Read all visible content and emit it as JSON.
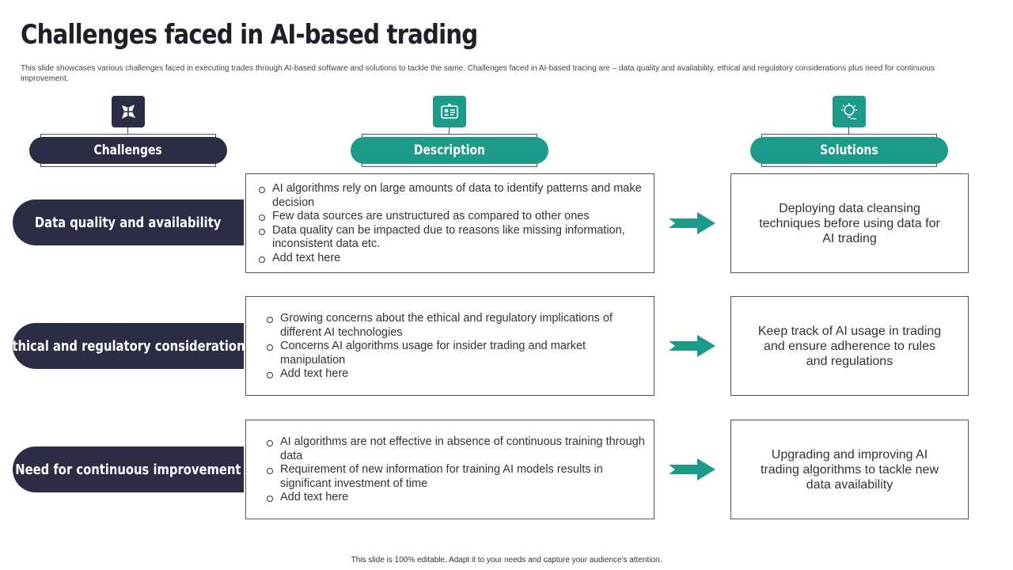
{
  "title": "Challenges faced in AI-based trading",
  "subtitle": "This slide showcases various challenges faced in executing trades through AI-based software and solutions to tackle the same. Challenges  faced in AI-based tracing are  – data quality and availability, ethical and regulatory considerations plus need for continuous improvement.",
  "headers": {
    "challenges": "Challenges",
    "description": "Description",
    "solutions": "Solutions"
  },
  "rows": [
    {
      "challenge": "Data quality and availability",
      "description": [
        "AI algorithms rely on large amounts of data to identify patterns and make decision",
        "Few data sources are unstructured as compared to other ones",
        "Data quality can be impacted due to reasons like missing information, inconsistent data etc.",
        "Add text here"
      ],
      "solution": "Deploying data cleansing techniques before using data for AI trading"
    },
    {
      "challenge": "Ethical and regulatory considerations",
      "description": [
        "Growing concerns about the ethical and regulatory implications of different AI technologies",
        "Concerns AI algorithms usage for insider trading and market manipulation",
        "Add text here"
      ],
      "solution": "Keep track of AI usage in trading and ensure adherence to rules and regulations"
    },
    {
      "challenge": "Need for continuous improvement",
      "description": [
        "AI algorithms are not effective in absence of continuous training through data",
        "Requirement of new information for training AI models results in significant investment of time",
        "Add text here"
      ],
      "solution": "Upgrading and improving AI trading algorithms to tackle new data availability"
    }
  ],
  "footer": "This slide is 100% editable. Adapt it to your needs and capture your audience's attention.",
  "colors": {
    "dark": "#2b2d45",
    "teal": "#1c9a8a"
  },
  "icons": {
    "challenges": "puzzle-star-icon",
    "description": "id-card-icon",
    "solutions": "lightbulb-icon",
    "arrow": "right-arrow-icon"
  }
}
